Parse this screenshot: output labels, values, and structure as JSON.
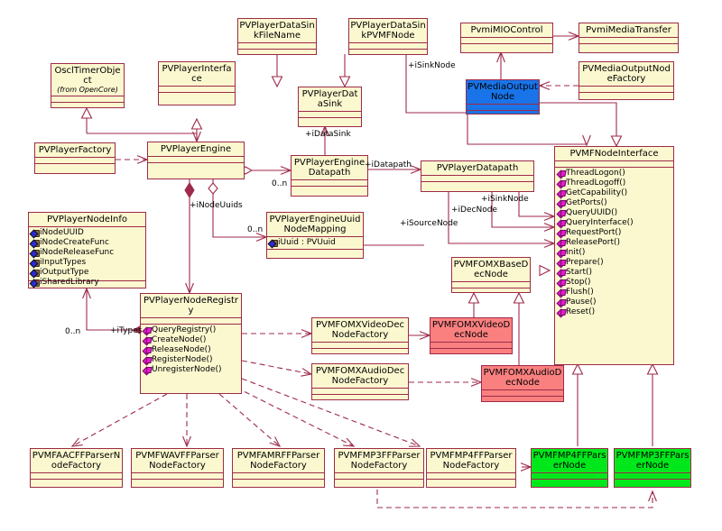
{
  "diagram": {
    "title": "PVPlayer UML class diagram",
    "colors": {
      "border": "#9E2A4A",
      "default_fill": "#FBF8CF",
      "blue_fill": "#1874E8",
      "salmon_fill": "#FA8080",
      "green_fill": "#00E81B",
      "background": "#FFFFFF",
      "attribute_icon": "#2B2BD6",
      "method_icon": "#E81BD0"
    }
  },
  "classes": {
    "oscl_timer_object": {
      "name": "OsclTimerObject",
      "stereotype": "(from OpenCore)"
    },
    "pvplayer_interface": {
      "name": "PVPlayerInterface"
    },
    "pvplayer_factory": {
      "name": "PVPlayerFactory"
    },
    "pvplayer_engine": {
      "name": "PVPlayerEngine"
    },
    "pvplayer_datasink_filename": {
      "name": "PVPlayerDataSinkFileName"
    },
    "pvplayer_datasink_pvmfnode": {
      "name": "PVPlayerDataSinkPVMFNode"
    },
    "pvplayer_datasink": {
      "name": "PVPlayerDataSink"
    },
    "pvmi_mio_control": {
      "name": "PvmiMIOControl"
    },
    "pvmi_media_transfer": {
      "name": "PvmiMediaTransfer"
    },
    "pvmedia_output_node": {
      "name": "PVMediaOutputNode"
    },
    "pvmedia_output_node_factory": {
      "name": "PVMediaOutputNodeFactory"
    },
    "pvplayer_engine_datapath": {
      "name": "PVPlayerEngineDatapath"
    },
    "pvplayer_datapath": {
      "name": "PVPlayerDatapath"
    },
    "pvmf_node_interface": {
      "name": "PVMFNodeInterface",
      "methods": [
        "ThreadLogon()",
        "ThreadLogoff()",
        "GetCapability()",
        "GetPorts()",
        "QueryUUID()",
        "QueryInterface()",
        "RequestPort()",
        "ReleasePort()",
        "Init()",
        "Prepare()",
        "Start()",
        "Stop()",
        "Flush()",
        "Pause()",
        "Reset()"
      ]
    },
    "pvplayer_node_info": {
      "name": "PVPlayerNodeInfo",
      "attributes": [
        "iNodeUUID",
        "iNodeCreateFunc",
        "iNodeReleaseFunc",
        "iInputTypes",
        "iOutputType",
        "iSharedLibrary"
      ]
    },
    "pvplayer_engine_uuid_node_mapping": {
      "name": "PVPlayerEngineUuidNodeMapping",
      "attributes": [
        "iUuid : PVUuid"
      ]
    },
    "pvplayer_node_registry": {
      "name": "PVPlayerNodeRegistry",
      "methods": [
        "QueryRegistry()",
        "CreateNode()",
        "ReleaseNode()",
        "RegisterNode()",
        "UnregisterNode()"
      ]
    },
    "pvmf_omx_base_dec_node": {
      "name": "PVMFOMXBaseDecNode"
    },
    "pvmf_omx_video_dec_node_factory": {
      "name": "PVMFOMXVideoDecNodeFactory"
    },
    "pvmf_omx_video_dec_node": {
      "name": "PVMFOMXVideoDecNode"
    },
    "pvmf_omx_audio_dec_node_factory": {
      "name": "PVMFOMXAudioDecNodeFactory"
    },
    "pvmf_omx_audio_dec_node": {
      "name": "PVMFOMXAudioDecNode"
    },
    "pvmf_aacff_parser_node_factory": {
      "name": "PVMFAACFFParserNodeFactory"
    },
    "pvmf_wavff_parser_node_factory": {
      "name": "PVMFWAVFFParserNodeFactory"
    },
    "pvmf_amrff_parser_node_factory": {
      "name": "PVMFAMRFFParserNodeFactory"
    },
    "pvmf_mp3ff_parser_node_factory": {
      "name": "PVMFMP3FFParserNodeFactory"
    },
    "pvmf_mp4ff_parser_node_factory": {
      "name": "PVMFMP4FFParserNodeFactory"
    },
    "pvmf_mp4ff_parser_node": {
      "name": "PVMFMP4FFParserNode"
    },
    "pvmf_mp3ff_parser_node": {
      "name": "PVMFMP3FFParserNode"
    }
  },
  "association_labels": {
    "sink_node_top": "+iSinkNode",
    "data_sink": "+iDataSink",
    "datapath": "+iDatapath",
    "engine_datapath_mult": "0..n",
    "node_uuids": "+iNodeUuids",
    "uuid_mapping_mult": "0..n",
    "sink_node": "+iSinkNode",
    "dec_node": "+iDecNode",
    "source_node": "+iSourceNode",
    "types": "+iTypes",
    "node_info_mult": "0..n"
  }
}
